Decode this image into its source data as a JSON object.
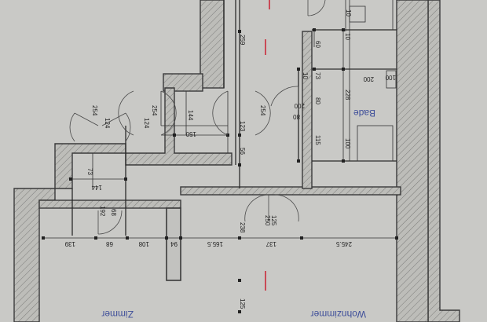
{
  "rooms": {
    "bad": "Bade",
    "zimmer": "Zimmer",
    "wohnzimmer": "Wohnzimmer"
  },
  "dimensions": {
    "d259": "259",
    "d10a": "10",
    "d60": "60",
    "d10b": "10",
    "d73": "73",
    "d200": "200",
    "d228": "228",
    "d80": "80",
    "d115": "115",
    "d100": "100",
    "d144a": "144",
    "d150": "150",
    "d123": "123",
    "d56": "56",
    "d254a": "254",
    "d124a": "124",
    "d254b": "254",
    "d124b": "124",
    "d254c": "254",
    "d80b": "80",
    "d200b": "200",
    "d73b": "73",
    "d144b": "144",
    "d192": "192",
    "d68a": "68",
    "d238": "238",
    "d125": "125",
    "d250": "250",
    "d139": "139",
    "d68b": "68",
    "d108": "108",
    "d94": "94",
    "d165": "165.5",
    "d137": "137",
    "d245": "245.5",
    "d125b": "125",
    "d10c": "10",
    "d100b": "100"
  }
}
